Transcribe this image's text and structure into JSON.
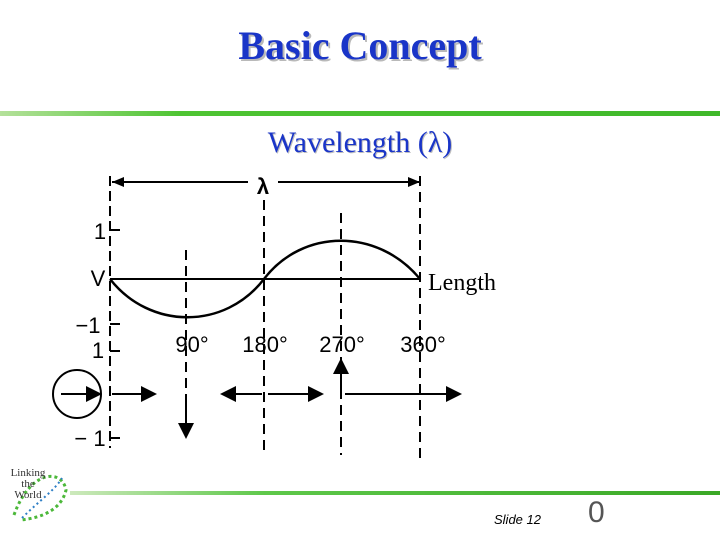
{
  "slide": {
    "title": "Basic Concept",
    "subtitle": "Wavelength (λ)",
    "footer_label": "Slide 12",
    "page_number": "0"
  },
  "diagram": {
    "lambda_label": "λ",
    "y_label_top": "1",
    "y_label_mid": "V",
    "y_label_bottom": "−1",
    "x_labels": [
      "90°",
      "180°",
      "270°",
      "360°"
    ],
    "length_label": "Length",
    "phasor_top_label": "1",
    "phasor_bottom_label": "− 1"
  },
  "logo": {
    "lines": [
      "Linking",
      "the",
      "World"
    ]
  },
  "colors": {
    "title": "#1a35c8",
    "accent_green": "#3fb82a"
  }
}
